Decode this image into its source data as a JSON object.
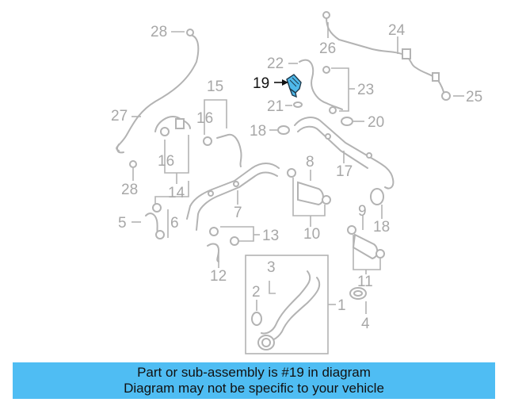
{
  "diagram": {
    "highlight_color": "#4fb9ea",
    "callouts": [
      {
        "id": "28a",
        "text": "28"
      },
      {
        "id": "24",
        "text": "24"
      },
      {
        "id": "26",
        "text": "26"
      },
      {
        "id": "22",
        "text": "22"
      },
      {
        "id": "19",
        "text": "19",
        "highlighted": true
      },
      {
        "id": "15",
        "text": "15"
      },
      {
        "id": "23",
        "text": "23"
      },
      {
        "id": "25",
        "text": "25"
      },
      {
        "id": "21",
        "text": "21"
      },
      {
        "id": "27",
        "text": "27"
      },
      {
        "id": "16a",
        "text": "16"
      },
      {
        "id": "20",
        "text": "20"
      },
      {
        "id": "18a",
        "text": "18"
      },
      {
        "id": "16b",
        "text": "16"
      },
      {
        "id": "8",
        "text": "8"
      },
      {
        "id": "17",
        "text": "17"
      },
      {
        "id": "28b",
        "text": "28"
      },
      {
        "id": "14",
        "text": "14"
      },
      {
        "id": "7",
        "text": "7"
      },
      {
        "id": "9",
        "text": "9"
      },
      {
        "id": "5",
        "text": "5"
      },
      {
        "id": "6",
        "text": "6"
      },
      {
        "id": "18b",
        "text": "18"
      },
      {
        "id": "10",
        "text": "10"
      },
      {
        "id": "13",
        "text": "13"
      },
      {
        "id": "3",
        "text": "3"
      },
      {
        "id": "12",
        "text": "12"
      },
      {
        "id": "11",
        "text": "11"
      },
      {
        "id": "2",
        "text": "2"
      },
      {
        "id": "1",
        "text": "1"
      },
      {
        "id": "4",
        "text": "4"
      }
    ]
  },
  "banner": {
    "line1": "Part or sub-assembly is #19 in diagram",
    "line2": "Diagram may not be specific to your vehicle",
    "background": "#4fbdf3"
  }
}
